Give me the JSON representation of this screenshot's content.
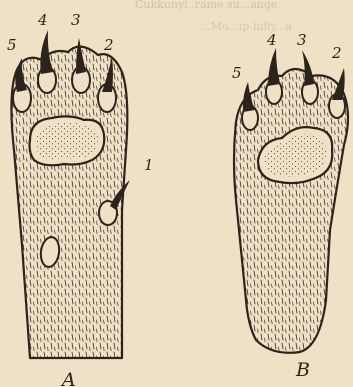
{
  "page_text": {
    "top_snippet_1": "Cukkunyi..rame su...ange",
    "top_snippet_2": "...Mo...ip hilly...a"
  },
  "figure": {
    "panel_a": {
      "label": "A",
      "digit_labels": [
        "5",
        "4",
        "3",
        "2",
        "1"
      ]
    },
    "panel_b": {
      "label": "B",
      "digit_labels": [
        "5",
        "4",
        "3",
        "2"
      ]
    }
  }
}
